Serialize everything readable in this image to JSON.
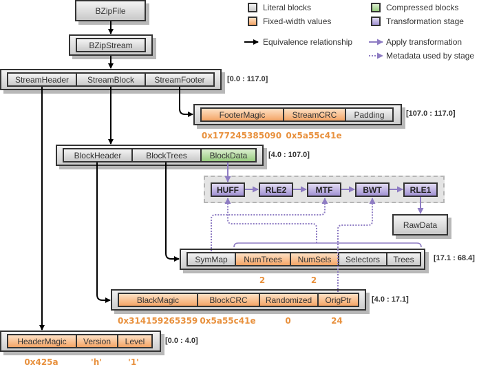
{
  "colors": {
    "literal": "#dcdcdc",
    "fixed_width": "#f8b985",
    "compressed": "#b6dca5",
    "stage": "#bfb3e3",
    "equivalence_arrow": "#000000",
    "transform_arrow": "#8e7cc3",
    "value_text": "#e8913e"
  },
  "legend": {
    "blocks": [
      {
        "label": "Literal blocks",
        "kind": "literal"
      },
      {
        "label": "Fixed-width values",
        "kind": "fixed-width"
      },
      {
        "label": "Compressed blocks",
        "kind": "compressed"
      },
      {
        "label": "Transformation stage",
        "kind": "stage"
      }
    ],
    "arrows": [
      {
        "label": "Equivalence relationship",
        "style": "solid-black"
      },
      {
        "label": "Apply transformation",
        "style": "solid-purple"
      },
      {
        "label": "Metadata used by stage",
        "style": "dotted-purple"
      }
    ]
  },
  "nodes": {
    "bzipfile": "BZipFile",
    "bzipstream": "BZipStream",
    "rawdata": "RawData"
  },
  "rows": {
    "stream": {
      "range": "[0.0 : 117.0]",
      "cells": [
        {
          "label": "StreamHeader",
          "kind": "literal"
        },
        {
          "label": "StreamBlock",
          "kind": "literal"
        },
        {
          "label": "StreamFooter",
          "kind": "literal"
        }
      ]
    },
    "footer": {
      "range": "[107.0 : 117.0]",
      "cells": [
        {
          "label": "FooterMagic",
          "kind": "fixed-width",
          "value": "0x177245385090"
        },
        {
          "label": "StreamCRC",
          "kind": "fixed-width",
          "value": "0x5a55c41e"
        },
        {
          "label": "Padding",
          "kind": "literal",
          "value": ""
        }
      ]
    },
    "block": {
      "range": "[4.0 : 107.0]",
      "cells": [
        {
          "label": "BlockHeader",
          "kind": "literal"
        },
        {
          "label": "BlockTrees",
          "kind": "literal"
        },
        {
          "label": "BlockData",
          "kind": "compressed"
        }
      ]
    },
    "trees": {
      "range": "[17.1 : 68.4]",
      "cells": [
        {
          "label": "SymMap",
          "kind": "literal",
          "value": ""
        },
        {
          "label": "NumTrees",
          "kind": "fixed-width",
          "value": "2"
        },
        {
          "label": "NumSels",
          "kind": "fixed-width",
          "value": "2"
        },
        {
          "label": "Selectors",
          "kind": "literal",
          "value": ""
        },
        {
          "label": "Trees",
          "kind": "literal",
          "value": ""
        }
      ]
    },
    "blockheader": {
      "range": "[4.0 : 17.1]",
      "cells": [
        {
          "label": "BlackMagic",
          "kind": "fixed-width",
          "value": "0x314159265359"
        },
        {
          "label": "BlockCRC",
          "kind": "fixed-width",
          "value": "0x5a55c41e"
        },
        {
          "label": "Randomized",
          "kind": "fixed-width",
          "value": "0"
        },
        {
          "label": "OrigPtr",
          "kind": "fixed-width",
          "value": "24"
        }
      ]
    },
    "header": {
      "range": "[0.0 : 4.0]",
      "cells": [
        {
          "label": "HeaderMagic",
          "kind": "fixed-width",
          "value": "0x425a"
        },
        {
          "label": "Version",
          "kind": "fixed-width",
          "value": "'h'"
        },
        {
          "label": "Level",
          "kind": "fixed-width",
          "value": "'1'"
        }
      ]
    }
  },
  "stages": [
    {
      "label": "HUFF"
    },
    {
      "label": "RLE2"
    },
    {
      "label": "MTF"
    },
    {
      "label": "BWT"
    },
    {
      "label": "RLE1"
    }
  ],
  "metadata_links": [
    {
      "from": "SymMap",
      "to": "MTF"
    },
    {
      "from": "NumTrees..Trees",
      "to": "HUFF"
    },
    {
      "from": "OrigPtr",
      "to": "BWT"
    }
  ]
}
